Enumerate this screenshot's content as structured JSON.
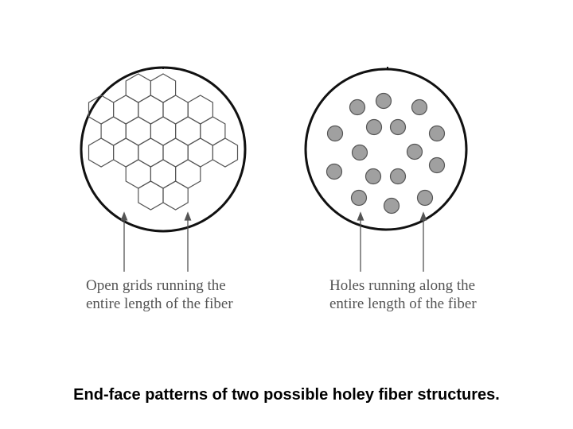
{
  "left_panel": {
    "label_line1": "Open grids running the",
    "label_line2": "entire length of the fiber",
    "pattern": "hexagonal-grid"
  },
  "right_panel": {
    "label_line1": "Holes running along the",
    "label_line2": "entire length of the fiber",
    "pattern": "circular-holes"
  },
  "caption": "End-face patterns of two possible holey fiber structures.",
  "colors": {
    "outline": "#111111",
    "grid_line": "#555555",
    "hole_fill": "#a0a0a0",
    "hole_stroke": "#555555",
    "arrow": "#555555"
  }
}
